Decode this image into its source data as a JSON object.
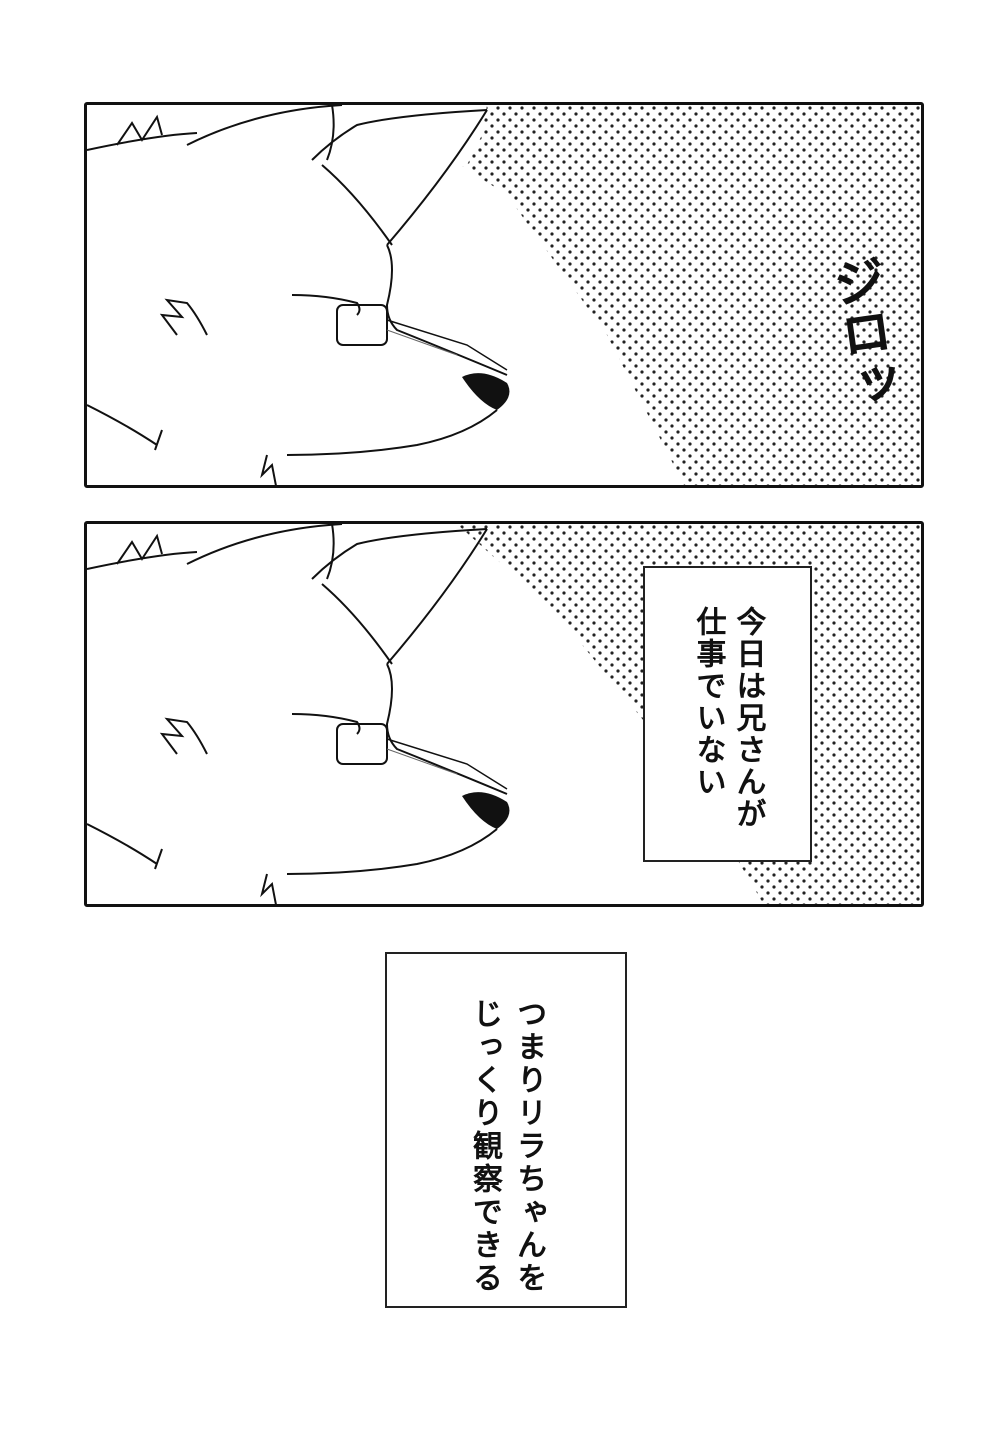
{
  "panels": [
    {
      "sfx": "ジロッ"
    },
    {
      "caption": [
        "今日は兄さんが",
        "仕事でいない"
      ]
    }
  ],
  "caption_bottom": [
    "つまりリラちゃんを",
    "じっくり観察できる"
  ]
}
